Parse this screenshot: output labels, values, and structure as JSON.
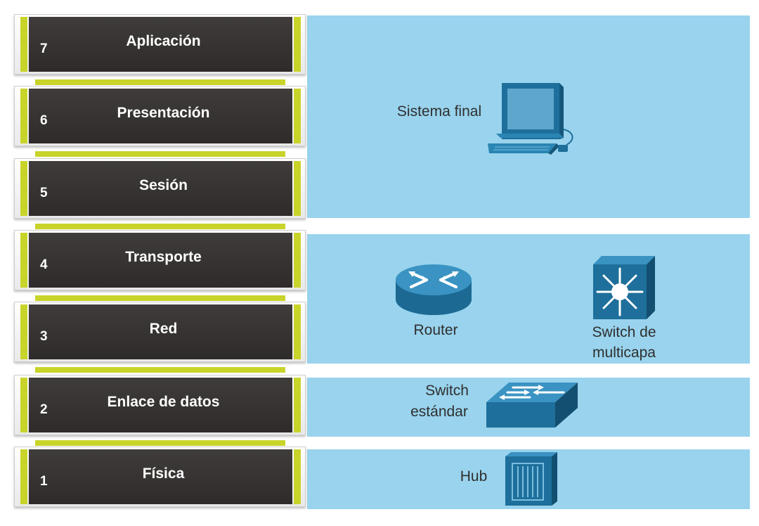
{
  "layers": [
    {
      "number": "7",
      "name": "Aplicación"
    },
    {
      "number": "6",
      "name": "Presentación"
    },
    {
      "number": "5",
      "name": "Sesión"
    },
    {
      "number": "4",
      "name": "Transporte"
    },
    {
      "number": "3",
      "name": "Red"
    },
    {
      "number": "2",
      "name": "Enlace de datos"
    },
    {
      "number": "1",
      "name": "Física"
    }
  ],
  "devices": {
    "end_system": "Sistema final",
    "router": "Router",
    "multilayer_switch_line1": "Switch de",
    "multilayer_switch_line2": "multicapa",
    "standard_switch_line1": "Switch",
    "standard_switch_line2": "estándar",
    "hub": "Hub"
  },
  "colors": {
    "band": "#99d3ed",
    "layer_dark": "#2e2b2a",
    "layer_accent": "#c8d42a",
    "device_blue": "#1e6f9b"
  },
  "icons": [
    "computer-icon",
    "router-icon",
    "multilayer-switch-icon",
    "switch-icon",
    "hub-icon"
  ]
}
